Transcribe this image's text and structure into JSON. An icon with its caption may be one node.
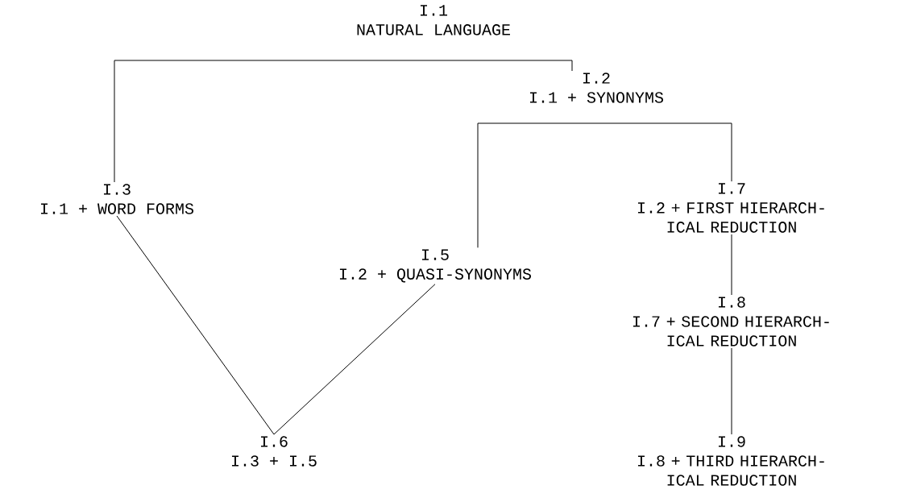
{
  "diagram": {
    "nodes": [
      {
        "text": [
          "I.1",
          "NATURAL LANGUAGE"
        ]
      },
      {
        "text": [
          "I.2",
          "I.1 + SYNONYMS"
        ]
      },
      {
        "text": [
          "I.3",
          "I.1 + WORD FORMS"
        ]
      },
      {
        "text": [
          "I.7",
          "I.2 + FIRST HIERARCH- ICAL REDUCTION"
        ]
      },
      {
        "text": [
          "I.5",
          "I.2 + QUASI-SYNONYMS"
        ]
      },
      {
        "text": [
          "I.8",
          "I.7 + SECOND HIERARCH- ICAL REDUCTION"
        ]
      },
      {
        "text": [
          "I.6",
          "I.3 + I.5"
        ]
      },
      {
        "text": [
          "I.9",
          "I.8 + THIRD HIERARCH- ICAL REDUCTION"
        ]
      }
    ],
    "edges": [
      {
        "from": 0,
        "to": 1,
        "arrow": "none"
      },
      {
        "from": 0,
        "to": 2,
        "arrow": "none"
      },
      {
        "from": 1,
        "to": 4,
        "arrow": "none"
      },
      {
        "from": 1,
        "to": 3,
        "arrow": "none"
      },
      {
        "from": 3,
        "to": 5,
        "arrow": "none"
      },
      {
        "from": 5,
        "to": 7,
        "arrow": "none"
      },
      {
        "from": 2,
        "to": 6,
        "arrow": "none"
      },
      {
        "from": 4,
        "to": 6,
        "arrow": "none"
      }
    ]
  }
}
